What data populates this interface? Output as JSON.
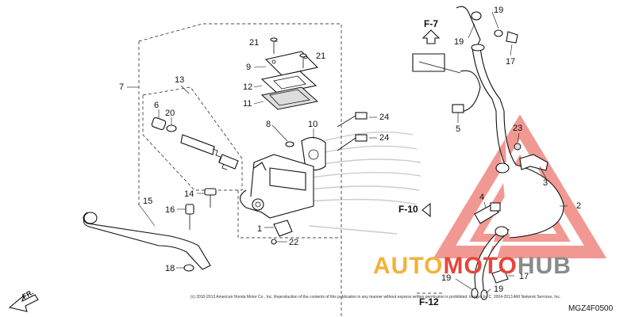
{
  "diagram": {
    "callouts": {
      "c1": "1",
      "c2": "2",
      "c3": "3",
      "c4": "4",
      "c5": "5",
      "c6": "6",
      "c7": "7",
      "c8": "8",
      "c9": "9",
      "c10": "10",
      "c11": "11",
      "c12": "12",
      "c13": "13",
      "c14": "14",
      "c15": "15",
      "c16": "16",
      "c17a": "17",
      "c17b": "17",
      "c18": "18",
      "c19a": "19",
      "c19b": "19",
      "c19c": "19",
      "c19d": "19",
      "c20": "20",
      "c21a": "21",
      "c21b": "21",
      "c22": "22",
      "c23": "23",
      "c24a": "24",
      "c24b": "24"
    },
    "references": {
      "f7": "F-7",
      "f10": "F-10",
      "f12": "F-12"
    },
    "front_marker": "FR.",
    "copyright": "(c) 2010-2013 American Honda Motor Co., Inc. Reproduction of the contents of this publication in any manner without express written permission is prohibited. Images by C. 2004-2013 ARI Network Services, Inc.",
    "diagram_code": "MGZ4F0500",
    "watermark": {
      "part1": "AUTO",
      "part2": "MOTO",
      "part3": "HUB",
      "color1": "#f2b23a",
      "color2": "#e8443a",
      "color3": "#8a8a8a"
    }
  }
}
